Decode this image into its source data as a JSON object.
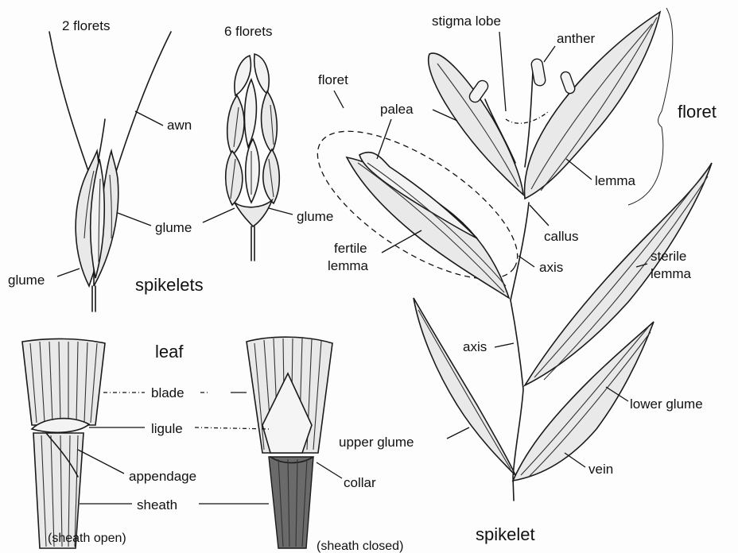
{
  "labels": {
    "two_florets": "2 florets",
    "six_florets": "6 florets",
    "awn": "awn",
    "glume_a": "glume",
    "glume_b": "glume",
    "glume_c": "glume",
    "spikelets": "spikelets",
    "stigma_lobe": "stigma lobe",
    "anther": "anther",
    "floret_small": "floret",
    "palea": "palea",
    "floret_big": "floret",
    "lemma": "lemma",
    "callus": "callus",
    "fertile": "fertile",
    "lemma2": "lemma",
    "axis_a": "axis",
    "sterile": "sterile",
    "lemma3": "lemma",
    "axis_b": "axis",
    "lower_glume": "lower glume",
    "upper_glume": "upper glume",
    "vein": "vein",
    "spikelet": "spikelet",
    "leaf": "leaf",
    "blade": "blade",
    "ligule": "ligule",
    "appendage": "appendage",
    "sheath": "sheath",
    "sheath_open": "(sheath open)",
    "collar": "collar",
    "sheath_closed": "(sheath closed)"
  }
}
